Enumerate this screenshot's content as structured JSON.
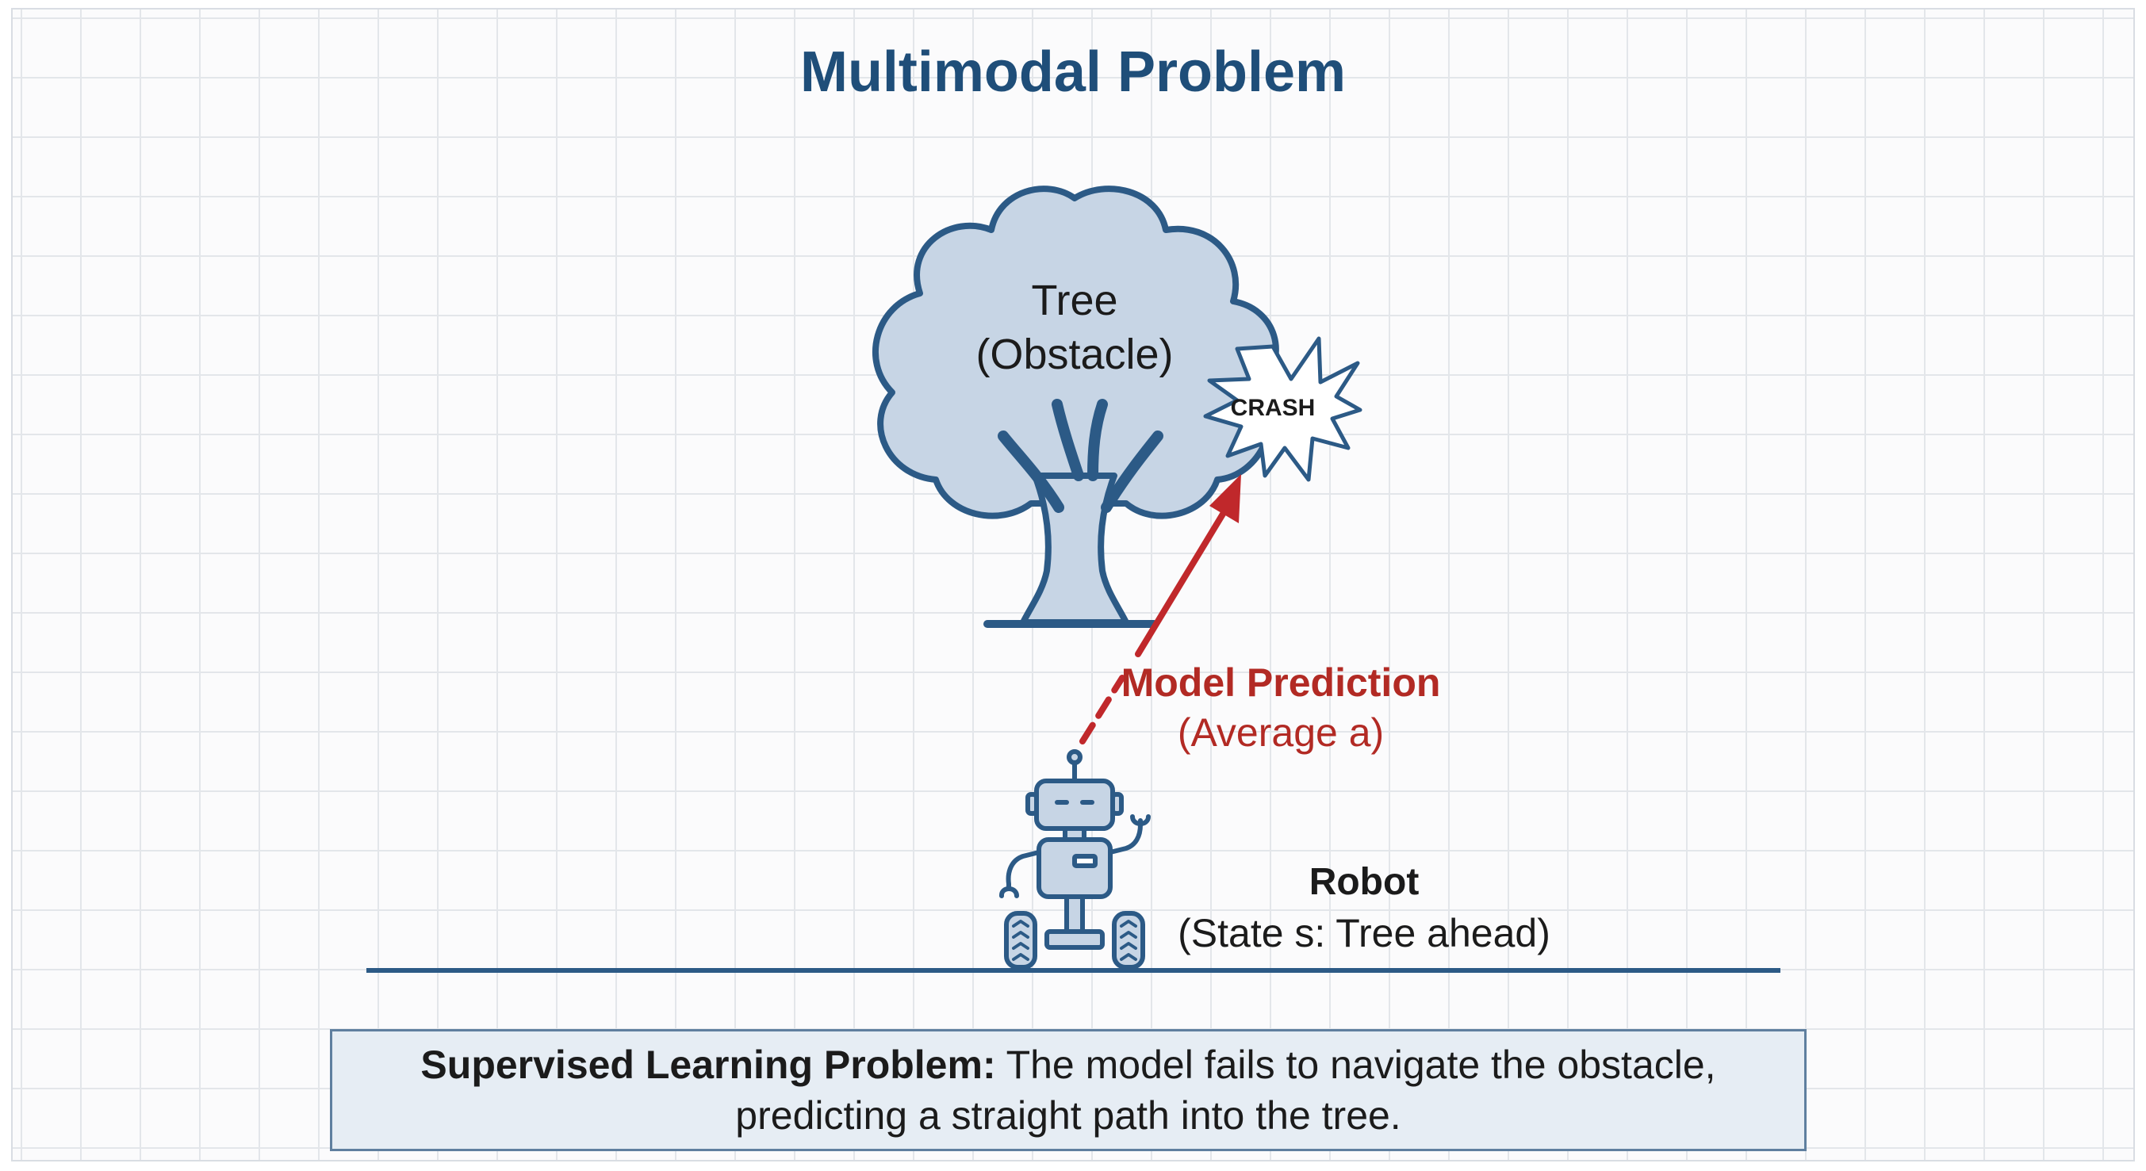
{
  "title": "Multimodal Problem",
  "tree": {
    "label_line1": "Tree",
    "label_line2": "(Obstacle)"
  },
  "crash": {
    "label": "CRASH"
  },
  "prediction": {
    "label": "Model Prediction",
    "sublabel": "(Average a)"
  },
  "robot": {
    "label": "Robot",
    "sublabel": "(State s: Tree ahead)"
  },
  "caption": {
    "bold": "Supervised Learning Problem:",
    "line1_rest": " The model fails to navigate the obstacle,",
    "line2": "predicting a straight path into the tree."
  },
  "colors": {
    "title": "#1f4e79",
    "tree_fill": "#c7d5e5",
    "outline": "#2c5a86",
    "prediction_arrow": "#c0282b",
    "caption_bg": "#e6edf4"
  }
}
